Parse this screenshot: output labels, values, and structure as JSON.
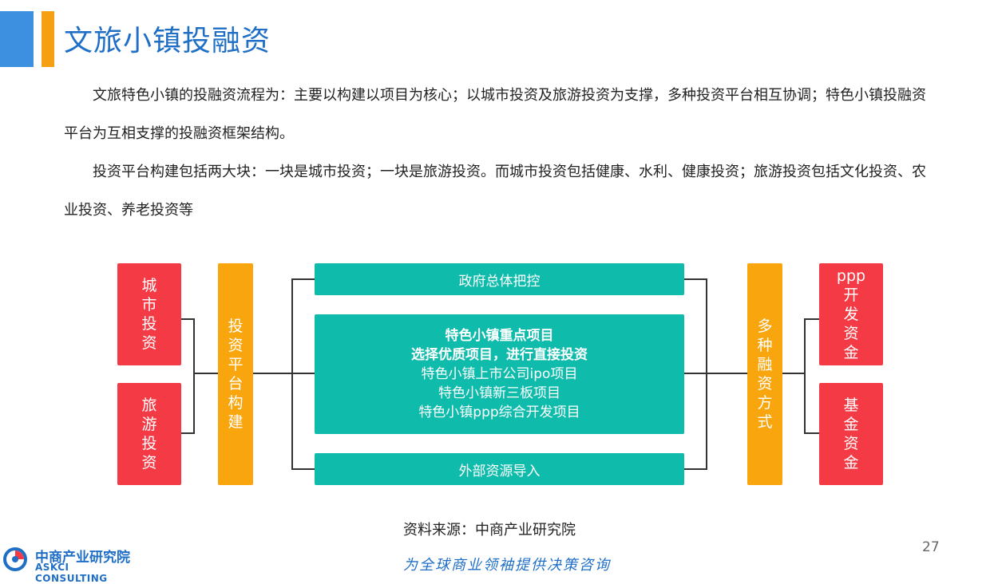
{
  "header": {
    "title": "文旅小镇投融资"
  },
  "paragraphs": [
    "文旅特色小镇的投融资流程为：主要以构建以项目为核心；以城市投资及旅游投资为支撑，多种投资平台相互协调；特色小镇投融资平台为互相支撑的投融资框架结构。",
    "投资平台构建包括两大块：一块是城市投资；一块是旅游投资。而城市投资包括健康、水利、健康投资；旅游投资包括文化投资、农业投资、养老投资等"
  ],
  "diagram": {
    "left_boxes": [
      {
        "chars": [
          "城",
          "市",
          "投",
          "资"
        ]
      },
      {
        "chars": [
          "旅",
          "游",
          "投",
          "资"
        ]
      }
    ],
    "platform": {
      "chars": [
        "投",
        "资",
        "平",
        "台",
        "构",
        "建"
      ]
    },
    "top_box": "政府总体把控",
    "center": {
      "bold_lines": [
        "特色小镇重点项目",
        "选择优质项目，进行直接投资"
      ],
      "lines": [
        "特色小镇上市公司ipo项目",
        "特色小镇新三板项目",
        "特色小镇ppp综合开发项目"
      ]
    },
    "bottom_box": "外部资源导入",
    "financing": {
      "chars": [
        "多",
        "种",
        "融",
        "资",
        "方",
        "式"
      ]
    },
    "right_boxes": [
      {
        "chars": [
          "ppp",
          "开",
          "发",
          "资",
          "金"
        ]
      },
      {
        "chars": [
          "基",
          "金",
          "资",
          "金"
        ]
      }
    ]
  },
  "footer": {
    "source": "资料来源：中商产业研究院",
    "page": "27",
    "slogan": "为全球商业领袖提供决策咨询",
    "logo_cn": "中商产业研究院",
    "logo_en": "ASKCI CONSULTING"
  },
  "colors": {
    "red": "#f43b45",
    "orange": "#f9a60e",
    "teal": "#0fbcac",
    "blue": "#1f6fc7"
  }
}
